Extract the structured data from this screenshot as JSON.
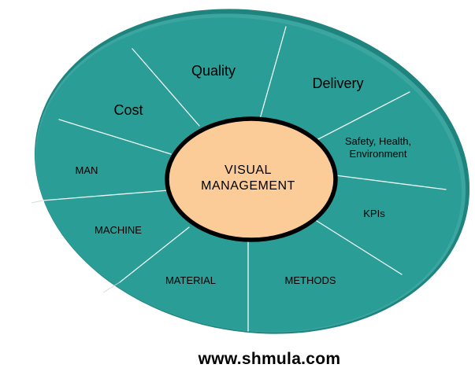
{
  "colors": {
    "teal_main": "#2A9D96",
    "teal_bevel": "#3BA5A0",
    "teal_rim": "#20847E",
    "hub_fill": "#FBCB98",
    "divider_line": "#F0FBFA",
    "faint_line": "#CBDFDD",
    "ink": "#000000"
  },
  "hub": {
    "line1": "VISUAL",
    "line2": "MANAGEMENT"
  },
  "segments": {
    "quality": "Quality",
    "delivery": "Delivery",
    "cost": "Cost",
    "man": "MAN",
    "machine": "MACHINE",
    "material": "MATERIAL",
    "methods": "METHODS",
    "kpis": "KPIs",
    "safety_line1": "Safety, Health,",
    "safety_line2": "Environment"
  },
  "footer": {
    "url": "www.shmula.com"
  }
}
